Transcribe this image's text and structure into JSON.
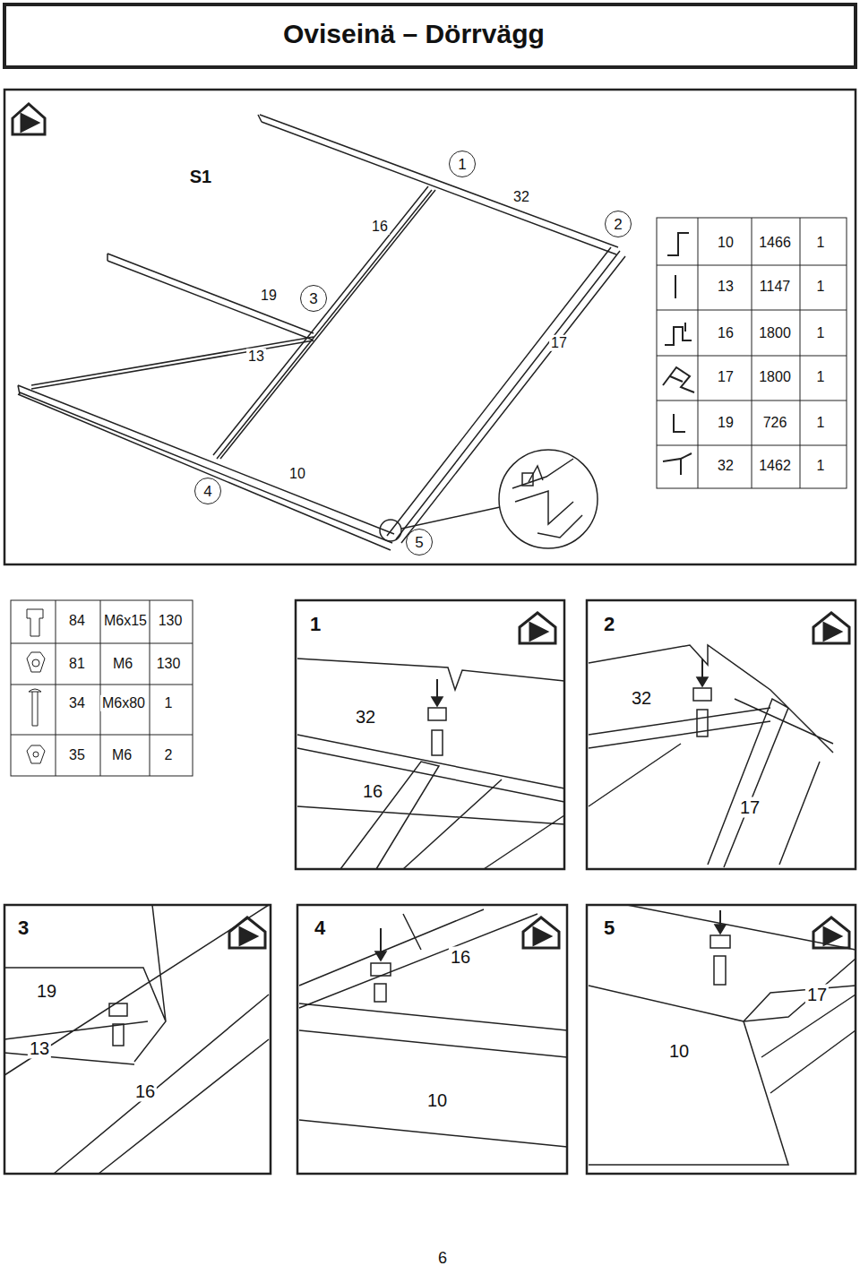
{
  "diagram": {
    "title": "Oviseinä – Dörrvägg",
    "nodes": [
      {
        "text": [
          "1"
        ]
      },
      {
        "text": [
          "2"
        ]
      },
      {
        "text": [
          "3"
        ]
      },
      {
        "text": [
          "4"
        ]
      },
      {
        "text": [
          "5"
        ]
      },
      {
        "text": [
          "1"
        ]
      },
      {
        "text": [
          "2"
        ]
      },
      {
        "text": [
          "3"
        ]
      },
      {
        "text": [
          "4"
        ]
      },
      {
        "text": [
          "5"
        ]
      }
    ],
    "labels": [
      "S1",
      "32",
      "16",
      "19",
      "17",
      "13",
      "10",
      "10",
      "1466",
      "1",
      "13",
      "1147",
      "1",
      "16",
      "1800",
      "1",
      "17",
      "1800",
      "1",
      "19",
      "726",
      "1",
      "32",
      "1462",
      "1",
      "84",
      "M6x15",
      "130",
      "81",
      "M6",
      "130",
      "34",
      "M6x80",
      "1",
      "35",
      "M6",
      "2",
      "32",
      "16",
      "32",
      "17",
      "19",
      "13",
      "16",
      "16",
      "10",
      "17",
      "10",
      "6"
    ]
  }
}
